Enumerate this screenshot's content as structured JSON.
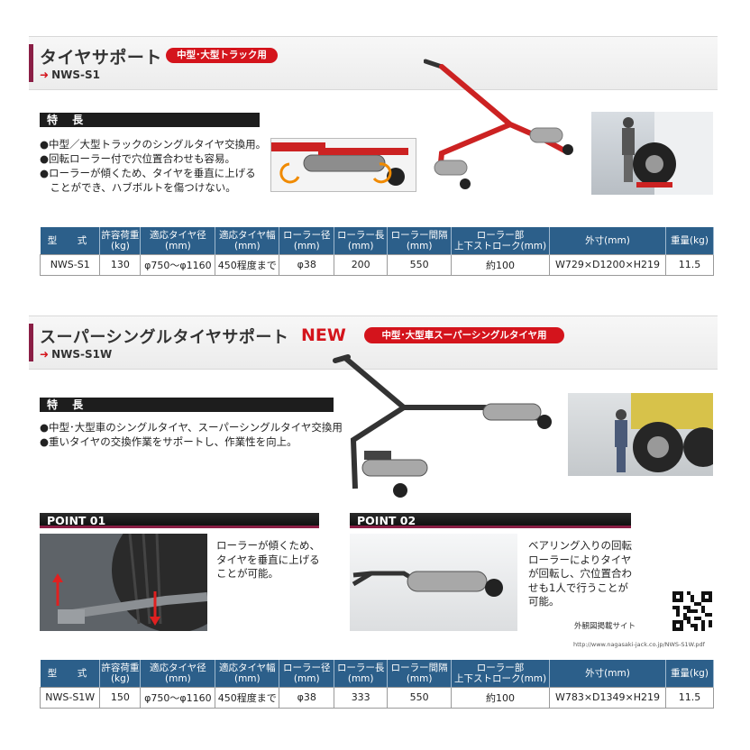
{
  "product1": {
    "title": "タイヤサポート",
    "badge": "中型･大型トラック用",
    "model": "NWS-S1",
    "features_heading": "特 長",
    "features": [
      "●中型／大型トラックのシングルタイヤ交換用。",
      "●回転ローラー付で穴位置合わせも容易。",
      "●ローラーが傾くため、タイヤを垂直に上げる",
      "　ことができ、ハブボルトを傷つけない。"
    ],
    "table": {
      "headers": [
        "型　式",
        "許容荷重\n(kg)",
        "適応タイヤ径\n(mm)",
        "適応タイヤ幅\n(mm)",
        "ローラー径\n(mm)",
        "ローラー長\n(mm)",
        "ローラー間隔\n(mm)",
        "ローラー部\n上下ストローク(mm)",
        "外寸(mm)",
        "重量(kg)"
      ],
      "row": [
        "NWS-S1",
        "130",
        "φ750～φ1160",
        "450程度まで",
        "φ38",
        "200",
        "550",
        "約100",
        "W729×D1200×H219",
        "11.5"
      ]
    }
  },
  "product2": {
    "title": "スーパーシングルタイヤサポート",
    "new_label": "NEW",
    "badge": "中型･大型車スーパーシングルタイヤ用",
    "model": "NWS-S1W",
    "features_heading": "特 長",
    "features": [
      "●中型･大型車のシングルタイヤ、スーパーシングルタイヤ交換用",
      "●重いタイヤの交換作業をサポートし、作業性を向上。"
    ],
    "point1": {
      "heading": "POINT 01",
      "lines": [
        "ローラーが傾くため、",
        "タイヤを垂直に上げる",
        "ことが可能。"
      ]
    },
    "point2": {
      "heading": "POINT 02",
      "lines": [
        "ベアリング入りの回転",
        "ローラーによりタイヤ",
        "が回転し、穴位置合わ",
        "せも1人で行うことが",
        "可能。"
      ]
    },
    "qr_label": "外観図掲載サイト",
    "url": "http://www.nagasaki-jack.co.jp/NWS-S1W.pdf",
    "table": {
      "headers": [
        "型　式",
        "許容荷重\n(kg)",
        "適応タイヤ径\n(mm)",
        "適応タイヤ幅\n(mm)",
        "ローラー径\n(mm)",
        "ローラー長\n(mm)",
        "ローラー間隔\n(mm)",
        "ローラー部\n上下ストローク(mm)",
        "外寸(mm)",
        "重量(kg)"
      ],
      "row": [
        "NWS-S1W",
        "150",
        "φ750～φ1160",
        "450程度まで",
        "φ38",
        "333",
        "550",
        "約100",
        "W783×D1349×H219",
        "11.5"
      ]
    }
  },
  "colors": {
    "accent_red": "#d4141c",
    "accent_maroon": "#8a1e45",
    "table_header_blue": "#2c5f8a"
  }
}
